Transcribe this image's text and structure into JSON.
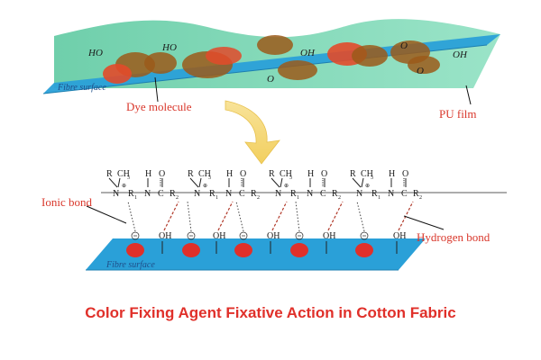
{
  "caption": "Color Fixing Agent Fixative Action in Cotton Fabric",
  "top_panel": {
    "surface_label": "Fibre surface",
    "dye_label": "Dye molecule",
    "film_label": "PU film",
    "groups": [
      "HO",
      "HO",
      "OH",
      "O",
      "O",
      "O",
      "OH"
    ]
  },
  "bottom_panel": {
    "ionic_label": "Ionic bond",
    "hydrogen_label": "Hydrogen bond",
    "surface_label": "Fibre surface",
    "chain_units": [
      {
        "r": "R",
        "ch3": "CH",
        "amine": "N",
        "r1": "R",
        "h": "H",
        "o": "O",
        "c": "C",
        "r2": "R"
      },
      {
        "r": "R",
        "ch3": "CH",
        "amine": "N",
        "r1": "R",
        "h": "H",
        "o": "O",
        "c": "C",
        "r2": "R"
      },
      {
        "r": "R",
        "ch3": "CH",
        "amine": "N",
        "r1": "R",
        "h": "H",
        "o": "O",
        "c": "C",
        "r2": "R"
      },
      {
        "r": "R",
        "ch3": "CH",
        "amine": "N",
        "r1": "R",
        "h": "H",
        "o": "O",
        "c": "C",
        "r2": "R"
      }
    ],
    "oh_group": "OH"
  },
  "colors": {
    "film": "#3fbf8f",
    "surface": "#2aa0d8",
    "dye": "#9b5a1a",
    "accent": "#e0302a",
    "arrow": "#f3d36b"
  }
}
